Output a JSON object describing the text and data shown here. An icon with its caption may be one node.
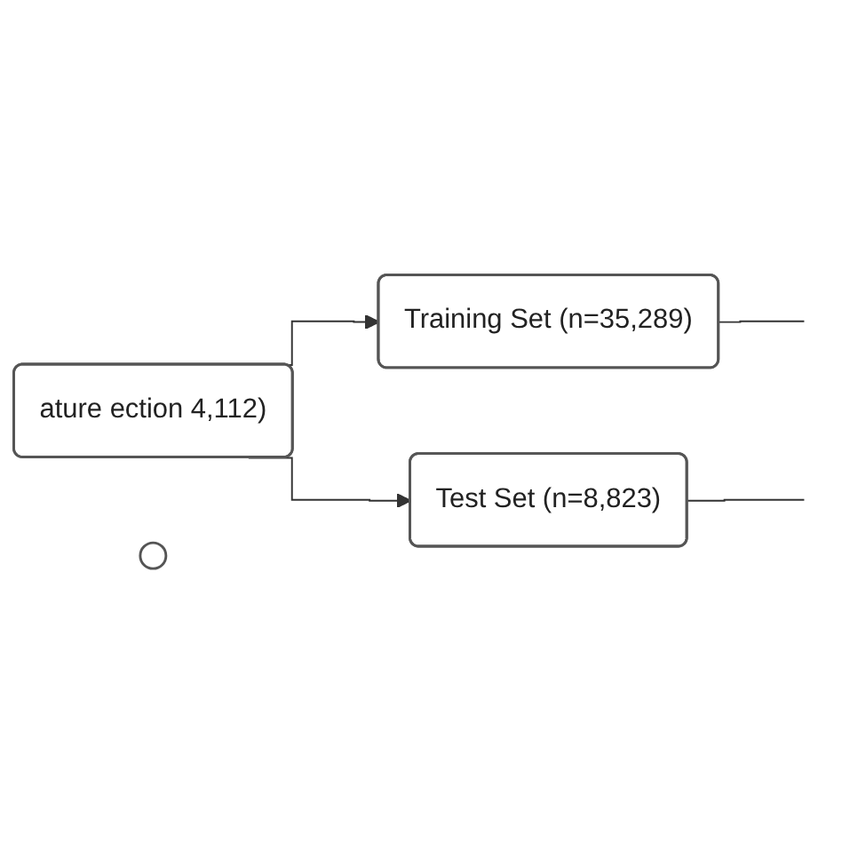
{
  "diagram": {
    "nodes": [
      {
        "text": [
          "ature ection 4,112)"
        ]
      },
      {
        "text": [
          "Training Set (n=35,289)"
        ]
      },
      {
        "text": [
          "Test Set (n=8,823)"
        ]
      },
      {
        "text": [],
        "shape": "circle"
      }
    ],
    "edges": [
      {
        "from": 0,
        "to": 1,
        "arrow": "to"
      },
      {
        "from": 0,
        "to": 2,
        "arrow": "to"
      },
      {
        "from": 1,
        "to": null,
        "arrow": "none"
      },
      {
        "from": 2,
        "to": null,
        "arrow": "none"
      }
    ]
  }
}
